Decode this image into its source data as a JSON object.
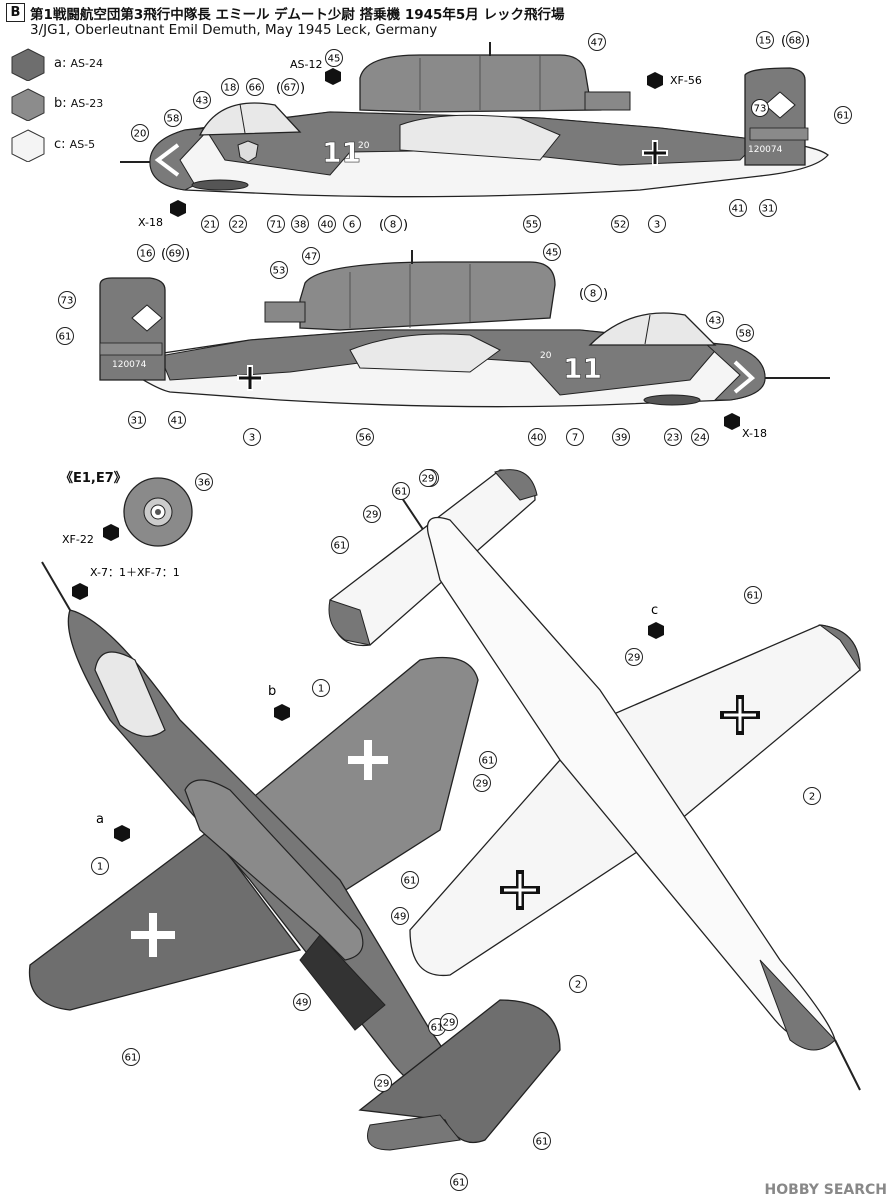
{
  "header": {
    "badge": "B",
    "title_jp": "第1戦闘航空団第3飛行中隊長 エミール デムート少尉 搭乗機 1945年5月 レック飛行場",
    "title_en": "3/JG1, Oberleutnant Emil Demuth, May 1945 Leck, Germany"
  },
  "legend": [
    {
      "key": "a:",
      "paint": "AS-24",
      "color": "#6e6e6e"
    },
    {
      "key": "b:",
      "paint": "AS-23",
      "color": "#8c8c8c"
    },
    {
      "key": "c:",
      "paint": "AS-5",
      "color": "#f4f4f4"
    }
  ],
  "markings": {
    "aircraft_number": "11",
    "small_number": "20",
    "werknummer": "120074"
  },
  "paint_codes": {
    "as12": "AS-12",
    "xf56": "XF-56",
    "x18_top": "X-18",
    "x18_bottom": "X-18",
    "xf22": "XF-22",
    "x7": "X-7：1＋XF-7：1",
    "a": "a",
    "b": "b",
    "c": "c"
  },
  "view_label": "《E1,E7》",
  "callouts_side1": [
    "45",
    "47",
    "15",
    "68",
    "18",
    "66",
    "67",
    "43",
    "58",
    "20",
    "73",
    "61",
    "21",
    "22",
    "71",
    "38",
    "40",
    "6",
    "8",
    "55",
    "52",
    "3",
    "41",
    "31"
  ],
  "callouts_side2": [
    "16",
    "69",
    "53",
    "47",
    "45",
    "8",
    "73",
    "61",
    "43",
    "58",
    "31",
    "41",
    "3",
    "56",
    "40",
    "7",
    "39",
    "23",
    "24"
  ],
  "callouts_plan": [
    "36",
    "61",
    "29",
    "29",
    "61",
    "61",
    "1",
    "49",
    "49",
    "61",
    "1",
    "61",
    "29",
    "29",
    "29",
    "61",
    "2",
    "2",
    "61",
    "29",
    "29",
    "61",
    "61"
  ],
  "watermark": "HOBBY SEARCH"
}
